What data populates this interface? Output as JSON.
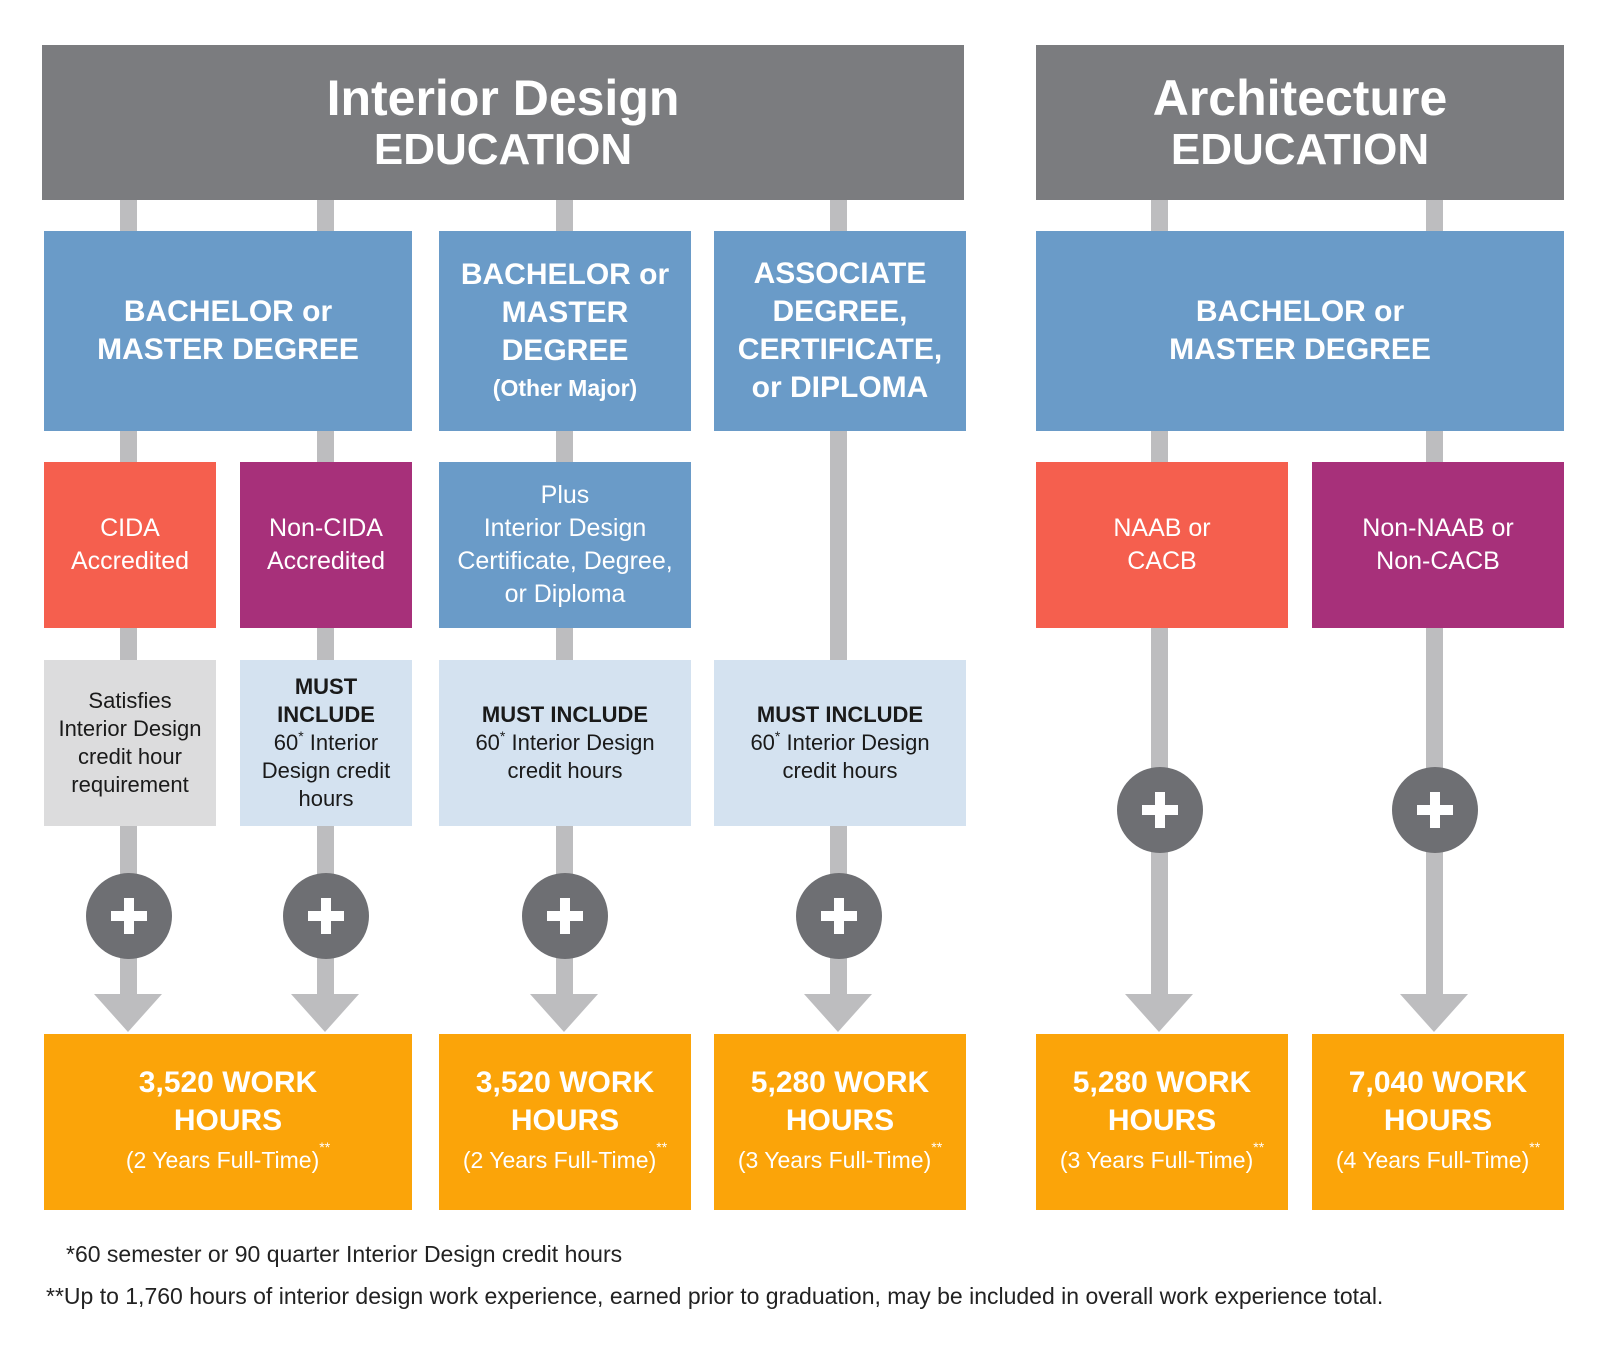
{
  "interior": {
    "title": "Interior Design",
    "subtitle": "EDUCATION",
    "degrees": [
      {
        "lines": [
          "BACHELOR or",
          "MASTER DEGREE"
        ],
        "sub": ""
      },
      {
        "lines": [
          "BACHELOR or",
          "MASTER",
          "DEGREE"
        ],
        "sub": "(Other Major)"
      },
      {
        "lines": [
          "ASSOCIATE",
          "DEGREE,",
          "CERTIFICATE,",
          "or DIPLOMA"
        ],
        "sub": ""
      }
    ],
    "accreditation": [
      {
        "lines": [
          "CIDA",
          "Accredited"
        ],
        "color": "#f55f4e"
      },
      {
        "lines": [
          "Non-CIDA",
          "Accredited"
        ],
        "color": "#a7307a"
      },
      {
        "lines": [
          "Plus",
          "Interior Design",
          "Certificate, Degree,",
          "or Diploma"
        ],
        "color": "#6a9bc8"
      }
    ],
    "requirements": [
      {
        "heading": "",
        "lines": [
          "Satisfies",
          "Interior Design",
          "credit hour",
          "requirement"
        ]
      },
      {
        "heading": [
          "MUST",
          "INCLUDE"
        ],
        "num": "60",
        "mark": "*",
        "rest": " Interior",
        "lines": [
          "Design credit",
          "hours"
        ]
      },
      {
        "heading": [
          "MUST INCLUDE"
        ],
        "num": "60",
        "mark": "*",
        "rest": " Interior Design",
        "lines": [
          "credit hours"
        ]
      },
      {
        "heading": [
          "MUST INCLUDE"
        ],
        "num": "60",
        "mark": "*",
        "rest": " Interior Design",
        "lines": [
          "credit hours"
        ]
      }
    ],
    "outcomes": [
      {
        "lines": [
          "3,520 WORK",
          "HOURS"
        ],
        "duration": "(2 Years Full-Time)",
        "mark": "**"
      },
      {
        "lines": [
          "3,520 WORK",
          "HOURS"
        ],
        "duration": "(2 Years Full-Time)",
        "mark": "**"
      },
      {
        "lines": [
          "5,280 WORK",
          "HOURS"
        ],
        "duration": "(3 Years Full-Time)",
        "mark": "**"
      }
    ]
  },
  "architecture": {
    "title": "Architecture",
    "subtitle": "EDUCATION",
    "degree": {
      "lines": [
        "BACHELOR or",
        "MASTER DEGREE"
      ]
    },
    "accreditation": [
      {
        "lines": [
          "NAAB or",
          "CACB"
        ],
        "color": "#f55f4e"
      },
      {
        "lines": [
          "Non-NAAB or",
          "Non-CACB"
        ],
        "color": "#a7307a"
      }
    ],
    "outcomes": [
      {
        "lines": [
          "5,280 WORK",
          "HOURS"
        ],
        "duration": "(3 Years Full-Time)",
        "mark": "**"
      },
      {
        "lines": [
          "7,040 WORK",
          "HOURS"
        ],
        "duration": "(4 Years Full-Time)",
        "mark": "**"
      }
    ]
  },
  "footnotes": [
    "*60 semester or 90 quarter Interior Design credit hours",
    "**Up to 1,760 hours of interior design work experience, earned prior to graduation, may be included in overall work experience total."
  ],
  "colors": {
    "header": "#7b7c7f",
    "degree": "#6a9bc8",
    "accredited": "#f55f4e",
    "non_accredited": "#a7307a",
    "requirement_gray": "#dcdcdd",
    "requirement_blue": "#d4e2f0",
    "work_hours": "#fba409",
    "connector": "#bdbdbf",
    "plus": "#6e6f73"
  },
  "icons": [
    "plus-icon",
    "arrow-down-icon"
  ]
}
